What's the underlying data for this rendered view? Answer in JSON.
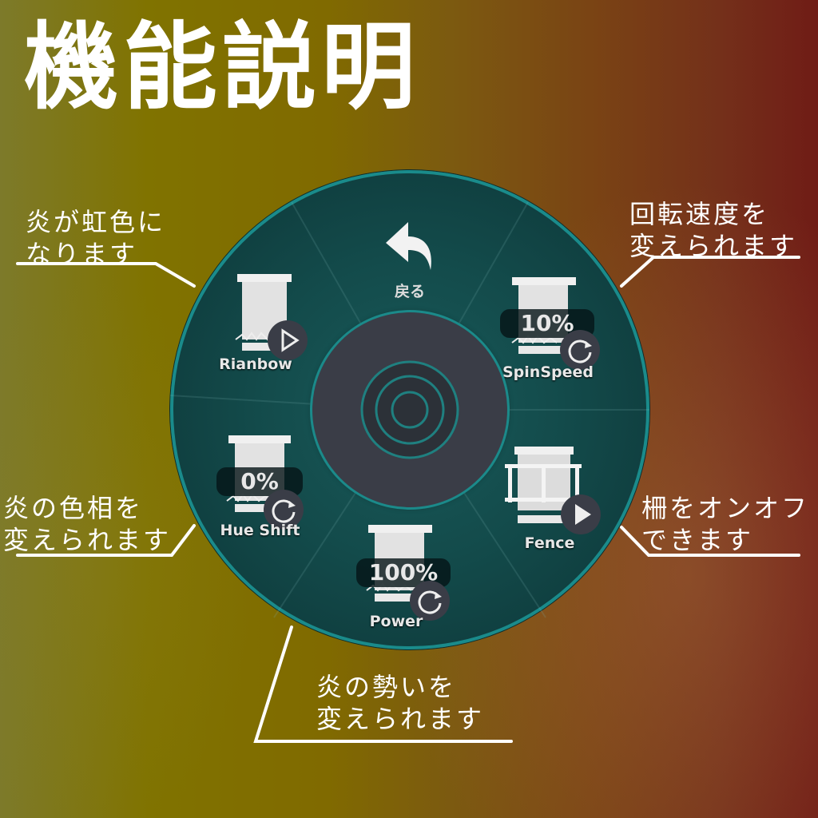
{
  "title": "機能説明",
  "wheel": {
    "back": {
      "label": "戻る",
      "icon": "back-arrow-icon"
    },
    "items": [
      {
        "id": "rainbow",
        "label": "Rianbow",
        "value": null,
        "badge": "play-icon"
      },
      {
        "id": "spinspeed",
        "label": "SpinSpeed",
        "value": "10%",
        "badge": "refresh-icon"
      },
      {
        "id": "hueshift",
        "label": "Hue Shift",
        "value": "0%",
        "badge": "refresh-icon"
      },
      {
        "id": "fence",
        "label": "Fence",
        "value": null,
        "badge": "play-icon"
      },
      {
        "id": "power",
        "label": "Power",
        "value": "100%",
        "badge": "refresh-icon"
      }
    ],
    "center_icon": "concentric-rings-icon"
  },
  "notes": {
    "rainbow": [
      "炎が虹色に",
      "なります"
    ],
    "spinspeed": [
      "回転速度を",
      "変えられます"
    ],
    "hueshift": [
      "炎の色相を",
      "変えられます"
    ],
    "fence": [
      "柵をオンオフ",
      "できます"
    ],
    "power": [
      "炎の勢いを",
      "変えられます"
    ]
  },
  "colors": {
    "wheel_bg": "#134b4b",
    "wheel_rim": "#1a8b8b",
    "hub": "#3a3d47",
    "text": "#ffffff"
  }
}
